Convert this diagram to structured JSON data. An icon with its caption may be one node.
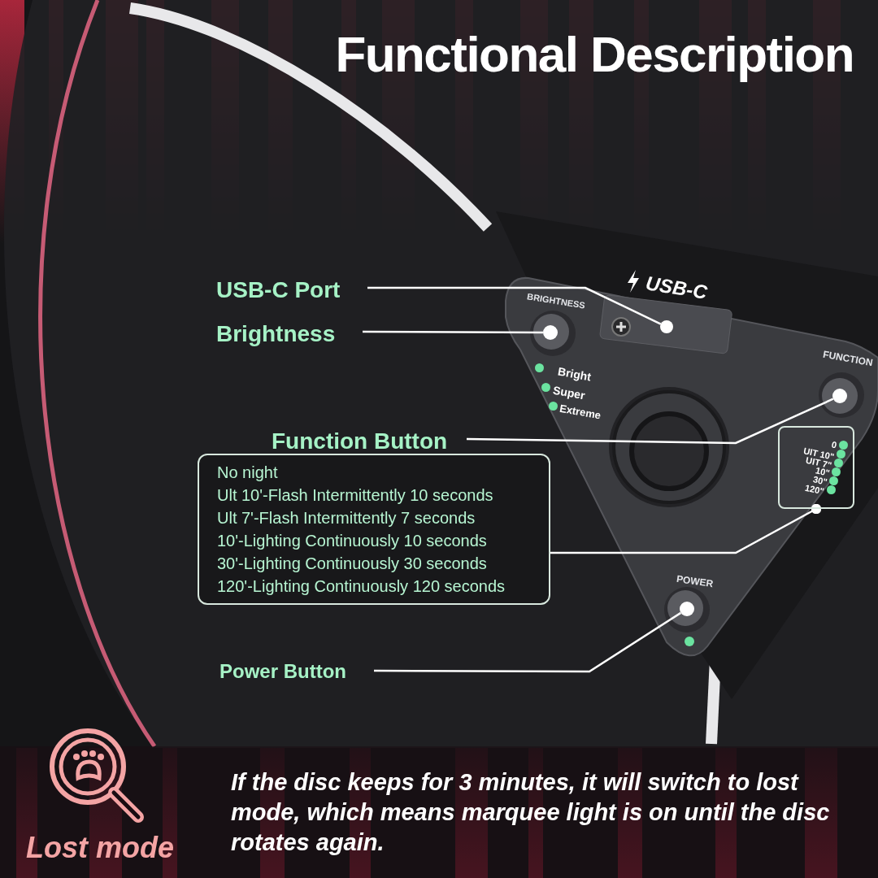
{
  "diagram": {
    "title": "Functional Description",
    "nodes": [
      {
        "text": [
          "USB-C Port"
        ]
      },
      {
        "text": [
          "Brightness"
        ]
      },
      {
        "text": [
          "Function Button"
        ]
      },
      {
        "text": [
          "No night",
          "Ult 10'-Flash Intermittently 10 seconds",
          "Ult 7'-Flash Intermittently 7 seconds",
          "10'-Lighting Continuously 10 seconds",
          "30'-Lighting Continuously 30 seconds",
          "120'-Lighting Continuously 120 seconds"
        ]
      },
      {
        "text": [
          "Power Button"
        ]
      },
      {
        "text": [],
        "shape": "circle"
      },
      {
        "text": [],
        "shape": "circle"
      },
      {
        "text": [],
        "shape": "circle"
      },
      {
        "text": [
          "0",
          "UIT 10\"",
          "UIT 7\"",
          "10\"",
          "30\"",
          "120\""
        ]
      },
      {
        "text": [],
        "shape": "circle"
      }
    ],
    "edges": [
      {
        "from": 0,
        "to": 5,
        "arrow": "none"
      },
      {
        "from": 1,
        "to": 6,
        "arrow": "none"
      },
      {
        "from": 2,
        "to": 7,
        "arrow": "none"
      },
      {
        "from": 3,
        "to": 8,
        "arrow": "other"
      },
      {
        "from": 4,
        "to": 9,
        "arrow": "none"
      }
    ],
    "labels": [
      "USB-C",
      "BRIGHTNESS",
      "Bright",
      "Super",
      "Extreme",
      "FUNCTION",
      "POWER",
      "Lost mode",
      "If the disc keeps for 3 minutes, it will switch to lost mode, which means marquee light is on until the disc rotates again."
    ]
  }
}
